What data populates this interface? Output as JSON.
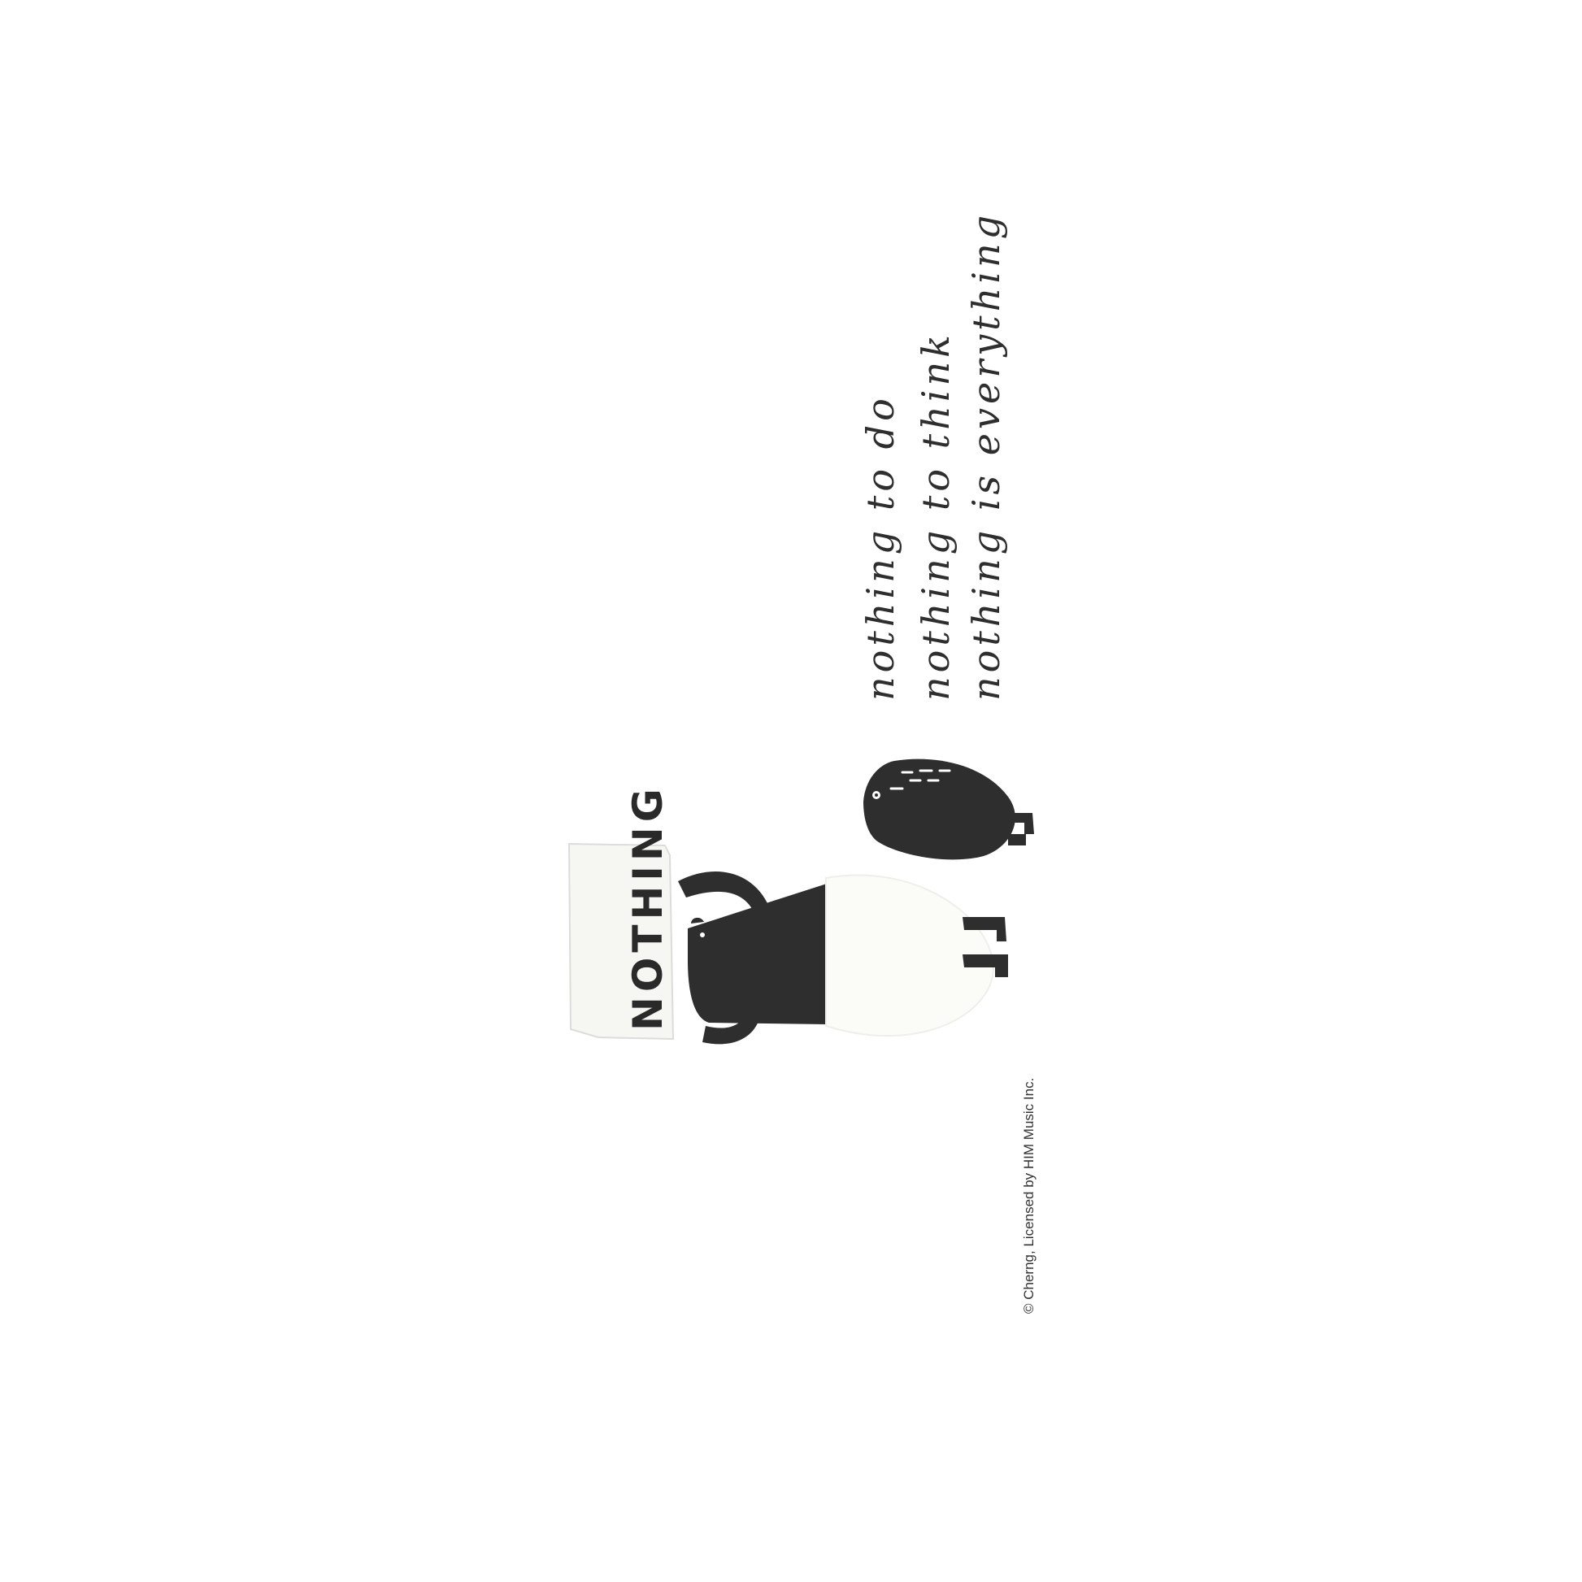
{
  "illustration": {
    "sign_text": "NOTHING",
    "poem_lines": [
      "nothing to do",
      "nothing to think",
      "nothing is everything"
    ],
    "copyright": "© Cherng, Licensed by HIM Music Inc."
  },
  "colors": {
    "background": "#ffffff",
    "ink": "#2e2e2e",
    "sign_paper": "#f6f6f3",
    "body_white": "#fbfbf8"
  },
  "icons": {
    "figure": "tapir-holding-sign",
    "companion": "small-tapir"
  }
}
